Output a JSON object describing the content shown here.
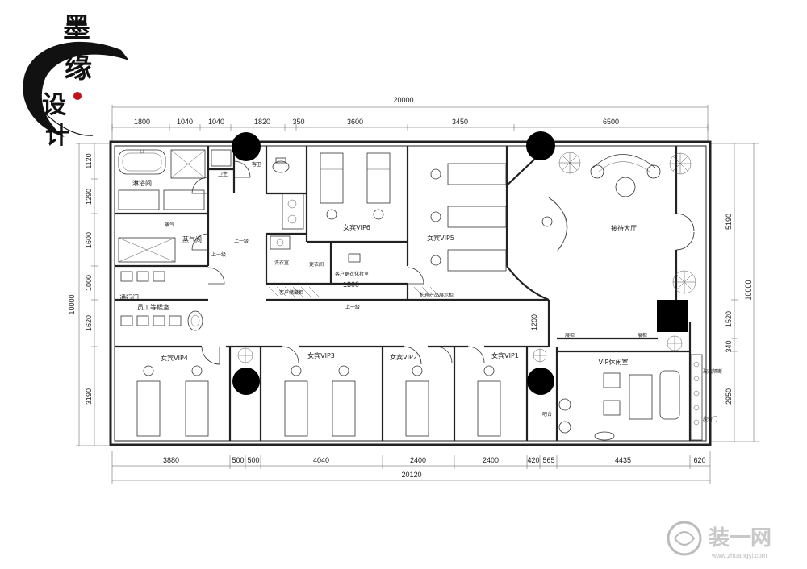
{
  "logo": {
    "chars": [
      "墨",
      "缘",
      "设",
      "计"
    ]
  },
  "watermark": {
    "text": "装一网",
    "url": "www.zhuangyi.com"
  },
  "dimensions": {
    "top_total": "20000",
    "top": [
      "1800",
      "1040",
      "1040",
      "1820",
      "350",
      "3600",
      "3450",
      "6500"
    ],
    "bottom_total": "20120",
    "bottom": [
      "3880",
      "500",
      "500",
      "4040",
      "2400",
      "2400",
      "420",
      "565",
      "4435",
      "620"
    ],
    "left_total": "10000",
    "left": [
      "1120",
      "1290",
      "1600",
      "1000",
      "1620",
      "3190"
    ],
    "right_total": "10000",
    "right": [
      "5190",
      "1520",
      "340",
      "2950"
    ],
    "inner": [
      "1300",
      "1200"
    ]
  },
  "rooms": {
    "bath": "淋浴间",
    "toilet_small": "卫生",
    "toilet": "客卫",
    "steam_room": "蒸气间",
    "steam_small": "蒸气",
    "vip6": "女宾VIP6",
    "vip5": "女宾VIP5",
    "reception": "接待大厅",
    "changing": "更衣间",
    "customer_changing": "客户更衣化妆室",
    "wash": "洗衣室",
    "cust_storage": "客户储藏柜",
    "exit_door": "通行门",
    "staff_rest": "员工等候室",
    "up_level": "上一级",
    "product_display": "护理产品展示柜",
    "vip4": "女宾VIP4",
    "vip3": "女宾VIP3",
    "vip2": "女宾VIP2",
    "vip1": "女宾VIP1",
    "vip_lounge": "VIP休闲室",
    "display_case": "展柜",
    "glass_door": "玻璃隔断",
    "revolving_door": "旋转门",
    "counter": "吧台"
  }
}
